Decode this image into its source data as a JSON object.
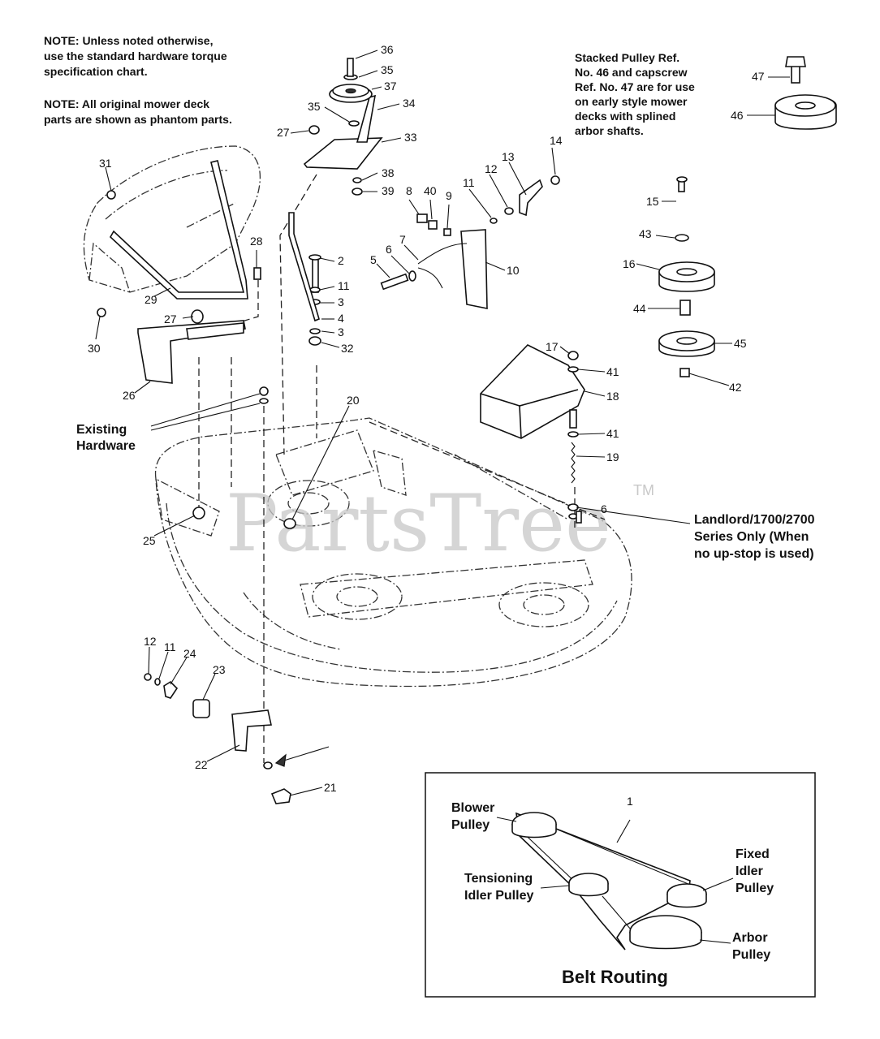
{
  "notes": {
    "note1": [
      "NOTE: Unless noted otherwise,",
      "use the standard hardware torque",
      "specification chart."
    ],
    "note2": [
      "NOTE: All original mower deck",
      "parts are shown as phantom parts."
    ],
    "stacked_pulley": [
      "Stacked Pulley Ref.",
      "No. 46 and capscrew",
      "Ref. No. 47 are for use",
      "on early style mower",
      "decks with splined",
      "arbor shafts."
    ]
  },
  "labels": {
    "existing_hardware": [
      "Existing",
      "Hardware"
    ],
    "landlord": [
      "Landlord/1700/2700",
      "Series Only (When",
      "no up-stop is used)"
    ]
  },
  "callouts": {
    "c36": "36",
    "c35a": "35",
    "c37": "37",
    "c35b": "35",
    "c34": "34",
    "c27a": "27",
    "c33": "33",
    "c38": "38",
    "c39": "39",
    "c31": "31",
    "c28": "28",
    "c29": "29",
    "c30": "30",
    "c27b": "27",
    "c26": "26",
    "c2": "2",
    "c11a": "11",
    "c3a": "3",
    "c4": "4",
    "c3b": "3",
    "c32": "32",
    "c8": "8",
    "c40": "40",
    "c9": "9",
    "c11b": "11",
    "c12a": "12",
    "c13": "13",
    "c14": "14",
    "c5": "5",
    "c6a": "6",
    "c7": "7",
    "c10": "10",
    "c47": "47",
    "c46": "46",
    "c15": "15",
    "c43": "43",
    "c16": "16",
    "c44": "44",
    "c45": "45",
    "c42": "42",
    "c17": "17",
    "c41a": "41",
    "c18": "18",
    "c41b": "41",
    "c19": "19",
    "c6b": "6",
    "c20": "20",
    "c25": "25",
    "c12b": "12",
    "c11c": "11",
    "c24": "24",
    "c23": "23",
    "c22": "22",
    "c21": "21",
    "c1": "1"
  },
  "belt_routing": {
    "title": "Belt Routing",
    "blower": [
      "Blower",
      "Pulley"
    ],
    "tensioning": [
      "Tensioning",
      "Idler Pulley"
    ],
    "fixed": [
      "Fixed",
      "Idler",
      "Pulley"
    ],
    "arbor": [
      "Arbor",
      "Pulley"
    ]
  },
  "watermark": {
    "text": "PartsTree",
    "tm": "TM"
  }
}
